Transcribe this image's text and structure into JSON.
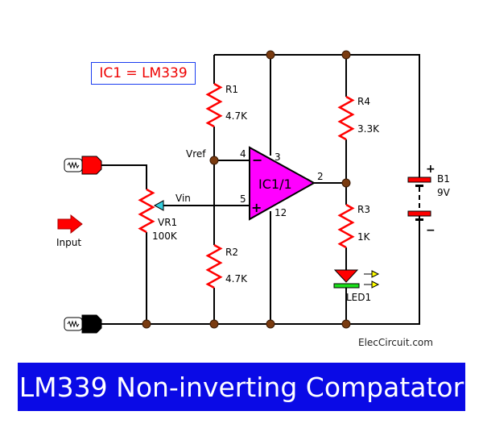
{
  "title": "LM339 Non-inverting Compatator",
  "ic_note": "IC1 = LM339",
  "watermark": "ElecCircuit.com",
  "input_label": "Input",
  "components": {
    "R1": {
      "name": "R1",
      "value": "4.7K"
    },
    "R2": {
      "name": "R2",
      "value": "4.7K"
    },
    "R3": {
      "name": "R3",
      "value": "1K"
    },
    "R4": {
      "name": "R4",
      "value": "3.3K"
    },
    "VR1": {
      "name": "VR1",
      "value": "100K"
    },
    "IC": {
      "name": "IC1/1",
      "pins": {
        "inv": "4",
        "noninv": "5",
        "vcc": "3",
        "out": "2",
        "gnd": "12"
      },
      "minus": "−",
      "plus": "+"
    },
    "LED": {
      "name": "LED1"
    },
    "B1": {
      "name": "B1",
      "value": "9V",
      "plus": "+",
      "minus": "−"
    }
  },
  "nets": {
    "vref": "Vref",
    "vin": "Vin"
  },
  "colors": {
    "wire": "#000000",
    "resistor": "#ff0000",
    "node": "#7a3b10",
    "ic": "#ff00ff",
    "banner": "#0a0ae6"
  }
}
